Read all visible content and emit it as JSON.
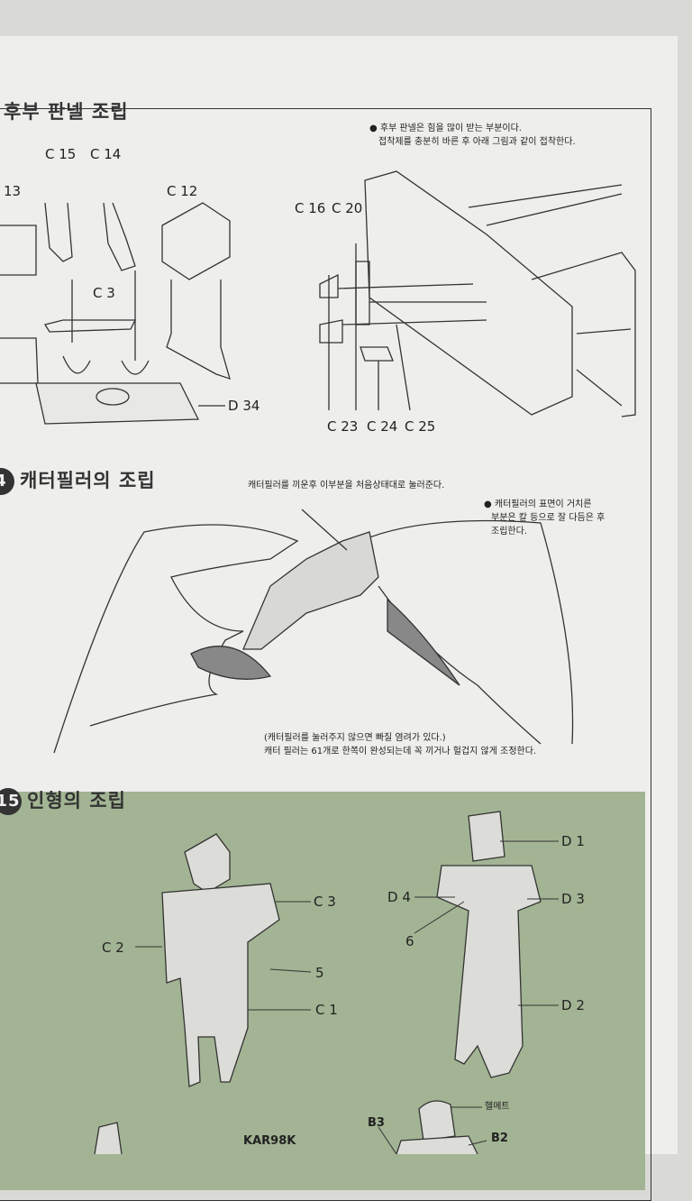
{
  "section13": {
    "title": "후부 판넬 조립",
    "note_line1": "● 후부 판넬은 힘을 많이 받는 부분이다.",
    "note_line2": "접착제를 충분히 바른 후 아래 그림과 같이 접착한다.",
    "parts": [
      "13",
      "C 15",
      "C 14",
      "C 12",
      "C 3",
      "D 34",
      "C 16",
      "C 20",
      "C 23",
      "C 24",
      "C 25"
    ]
  },
  "section14": {
    "number": "4",
    "title": "캐터필러의 조립",
    "callout": "캐터필러를 끼운후 이부분을 처음상태대로 눌러준다.",
    "note_line1": "● 캐터필러의 표면이 거치른",
    "note_line2": "부분은 칼 등으로 잘 다듬은 후",
    "note_line3": "조립한다.",
    "warning": "(캐터필러를 눌러주지 않으면 빠질 염려가 있다.)",
    "instruction": "캐터 필러는 61개로 한쪽이 완성되는데 꼭 끼거나 헐겁지 않게 조정한다."
  },
  "section15": {
    "number": "15",
    "title": "인형의 조립",
    "figure1_parts": [
      "C 3",
      "C 2",
      "5",
      "C 1"
    ],
    "figure2_parts": [
      "D 1",
      "D 4",
      "D 3",
      "6",
      "D 2"
    ],
    "bottom_labels": [
      "KAR98K",
      "B3",
      "헬메트",
      "B2"
    ]
  },
  "colors": {
    "paper": "#eeeeec",
    "green_section": "#a2b493",
    "ink": "#222222"
  }
}
